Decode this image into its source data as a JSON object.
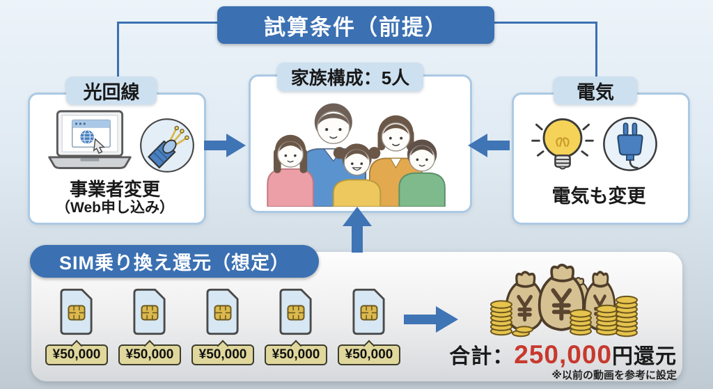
{
  "title": "試算条件（前提）",
  "fiber_card": {
    "label": "光回線",
    "caption": "事業者変更",
    "subcaption": "（Web申し込み）",
    "icons": [
      "laptop-icon",
      "fiber-cable-icon"
    ]
  },
  "family_card": {
    "label": "家族構成：5人",
    "icons": [
      "family-illustration"
    ]
  },
  "electric_card": {
    "label": "電気",
    "caption": "電気も変更",
    "icons": [
      "lightbulb-icon",
      "power-plug-icon"
    ]
  },
  "sim_section": {
    "title": "SIM乗り換え還元（想定）",
    "sim_rebates": [
      "¥50,000",
      "¥50,000",
      "¥50,000",
      "¥50,000",
      "¥50,000"
    ],
    "total_label": "合計：",
    "total_amount": "250,000",
    "total_unit": "円還元",
    "footnote": "※以前の動画を参考に設定",
    "icons": [
      "sim-card-icon",
      "money-bags-icon"
    ]
  },
  "colors": {
    "primary_blue": "#3b70b2",
    "arrow_blue": "#3f74b5",
    "label_pill_blue": "#cde0f0",
    "card_border": "#abc9e3",
    "rebate_tag_bg": "#e0d79c",
    "total_red": "#c8392e"
  }
}
